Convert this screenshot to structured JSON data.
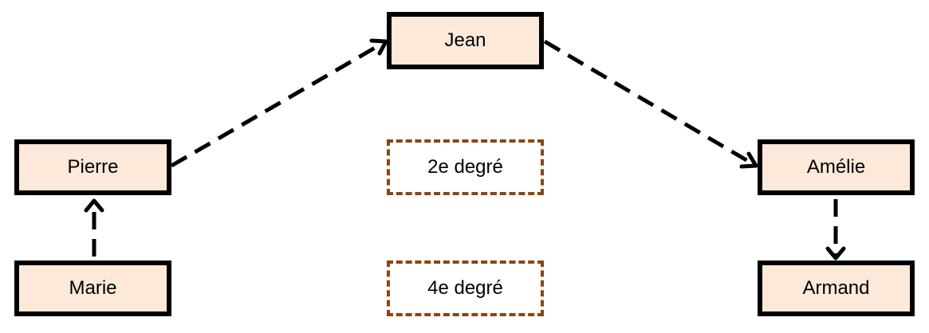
{
  "nodes": {
    "jean": "Jean",
    "pierre": "Pierre",
    "marie": "Marie",
    "amelie": "Amélie",
    "armand": "Armand"
  },
  "degrees": {
    "second": "2e degré",
    "fourth": "4e degré"
  },
  "edges": [
    {
      "from": "marie",
      "to": "pierre"
    },
    {
      "from": "pierre",
      "to": "jean"
    },
    {
      "from": "jean",
      "to": "amelie"
    },
    {
      "from": "amelie",
      "to": "armand"
    }
  ],
  "colors": {
    "node_fill": "#fde9d9",
    "node_border": "#000000",
    "degree_border": "#8b4513",
    "arrow": "#000000"
  }
}
